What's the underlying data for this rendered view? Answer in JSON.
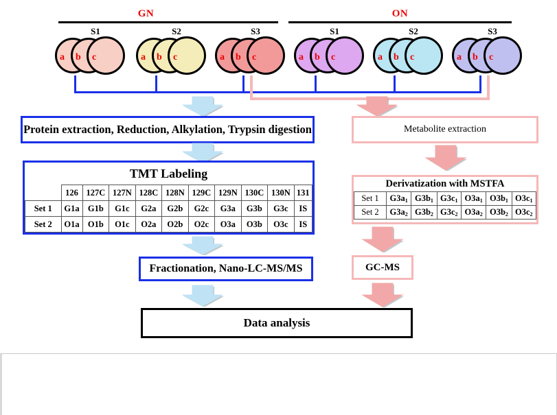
{
  "groups": [
    {
      "name": "GN",
      "samples": [
        {
          "label": "S1",
          "color": "#f8cfc4",
          "reps": [
            "a",
            "b",
            "c"
          ]
        },
        {
          "label": "S2",
          "color": "#f5edb9",
          "reps": [
            "a",
            "b",
            "c"
          ]
        },
        {
          "label": "S3",
          "color": "#f29a9a",
          "reps": [
            "a",
            "b",
            "c"
          ]
        }
      ]
    },
    {
      "name": "ON",
      "samples": [
        {
          "label": "S1",
          "color": "#dda8ef",
          "reps": [
            "a",
            "b",
            "c"
          ]
        },
        {
          "label": "S2",
          "color": "#b9e6f2",
          "reps": [
            "a",
            "b",
            "c"
          ]
        },
        {
          "label": "S3",
          "color": "#c0c0f0",
          "reps": [
            "a",
            "b",
            "c"
          ]
        }
      ]
    }
  ],
  "proteomics": {
    "step1_label": "Protein extraction, Reduction, Alkylation, Trypsin digestion",
    "tmt_title": "TMT Labeling",
    "tmt_table": {
      "channels": [
        "126",
        "127C",
        "127N",
        "128C",
        "128N",
        "129C",
        "129N",
        "130C",
        "130N",
        "131"
      ],
      "rows": [
        {
          "set": "Set 1",
          "values": [
            "G1a",
            "G1b",
            "G1c",
            "G2a",
            "G2b",
            "G2c",
            "G3a",
            "G3b",
            "G3c",
            "IS"
          ]
        },
        {
          "set": "Set 2",
          "values": [
            "O1a",
            "O1b",
            "O1c",
            "O2a",
            "O2b",
            "O2c",
            "O3a",
            "O3b",
            "O3c",
            "IS"
          ]
        }
      ]
    },
    "step3_label": "Fractionation, Nano-LC-MS/MS"
  },
  "metabolomics": {
    "step1_label": "Metabolite extraction",
    "deriv_title": "Derivatization with MSTFA",
    "deriv_table": {
      "rows": [
        {
          "set": "Set 1",
          "values": [
            {
              "base": "G3a",
              "sub": "1"
            },
            {
              "base": "G3b",
              "sub": "1"
            },
            {
              "base": "G3c",
              "sub": "1"
            },
            {
              "base": "O3a",
              "sub": "1"
            },
            {
              "base": "O3b",
              "sub": "1"
            },
            {
              "base": "O3c",
              "sub": "1"
            }
          ]
        },
        {
          "set": "Set 2",
          "values": [
            {
              "base": "G3a",
              "sub": "2"
            },
            {
              "base": "G3b",
              "sub": "2"
            },
            {
              "base": "G3c",
              "sub": "2"
            },
            {
              "base": "O3a",
              "sub": "2"
            },
            {
              "base": "O3b",
              "sub": "2"
            },
            {
              "base": "O3c",
              "sub": "2"
            }
          ]
        }
      ]
    },
    "step3_label": "GC-MS"
  },
  "final": {
    "label": "Data analysis"
  },
  "colors": {
    "proteomics_line": "#1a30e8",
    "metabolomics_line": "#f6b8b8",
    "proteomics_arrow": "#bfe2f5",
    "metabolomics_arrow": "#f2a8a8",
    "group_label": "#ee0000",
    "replicate_label": "#ee0000"
  }
}
